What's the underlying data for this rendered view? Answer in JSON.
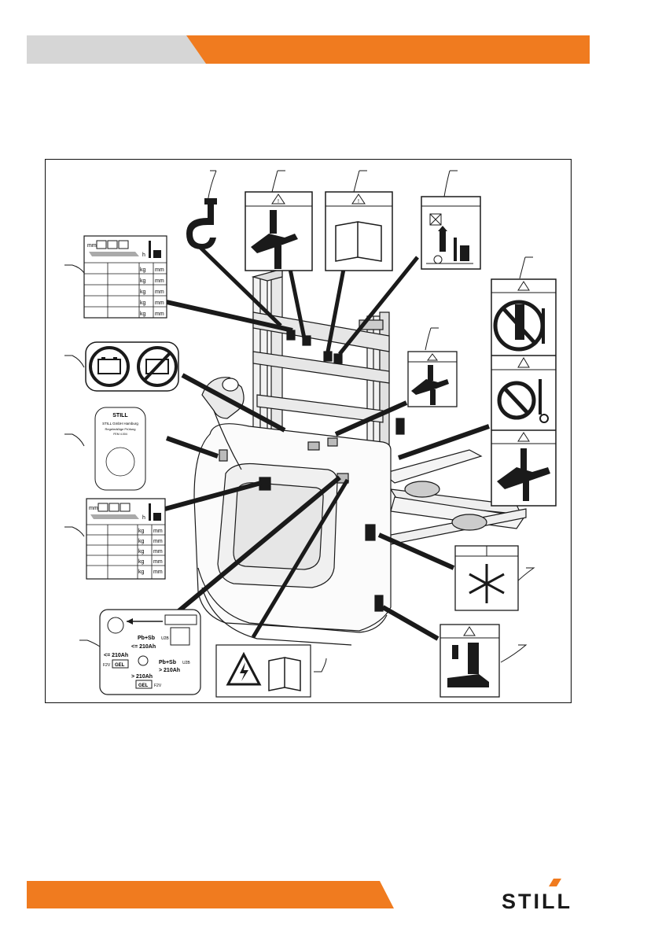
{
  "colors": {
    "accent": "#f07b1f",
    "header_grey": "#d6d6d6",
    "ink": "#1a1a1a",
    "paper": "#ffffff"
  },
  "logo": {
    "text": "STILL"
  },
  "figure": {
    "labels": {
      "battery_label": {
        "gt": "> 210Ah",
        "le": "<= 210Ah",
        "le_small": "<= 210Ah",
        "gt_small": "> 210Ah",
        "pbs": "Pb+Sb",
        "gel": "GEL",
        "v_top": "U2B",
        "v_bottom": "U2B",
        "rate": "F2V"
      },
      "capacity_label": {
        "unit_mm": "mm",
        "unit_kg": "kg",
        "unit_h": "h"
      },
      "inspection_label": {
        "brand": "STILL",
        "company": "STILL GmbH Hamburg",
        "line1": "Regelmäßige Prüfung",
        "line2": "FEM 4.004"
      }
    },
    "icons": [
      "crane-hook-icon",
      "crush-hazard-hand-icon",
      "read-manual-icon",
      "no-lifting-persons-icon",
      "battery-symbol-icon",
      "no-riding-icon",
      "crush-hazard-hand-icon",
      "frost-snowflake-icon",
      "foot-crush-icon",
      "electrical-hazard-icon",
      "warning-triangle-icon"
    ]
  }
}
